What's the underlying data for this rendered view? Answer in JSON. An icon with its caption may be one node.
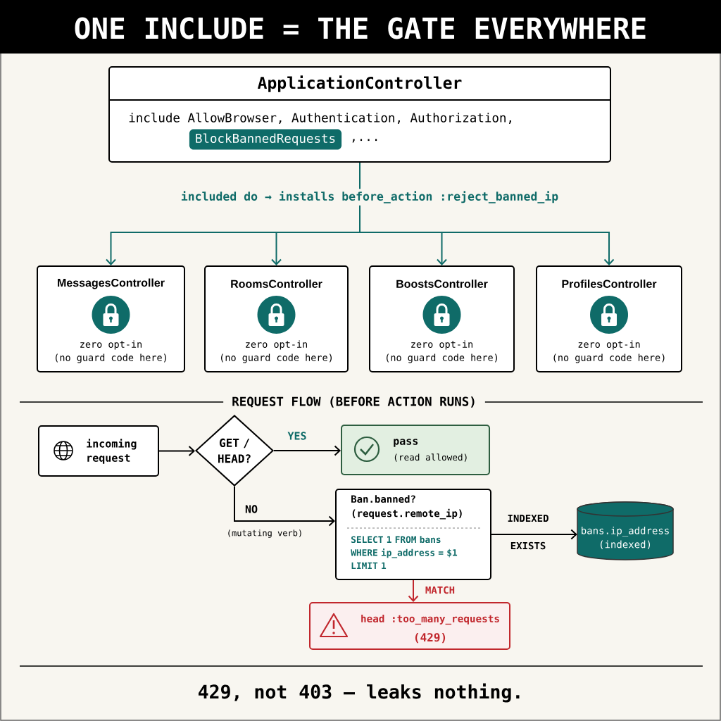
{
  "diagram": {
    "title": "ONE INCLUDE = THE GATE EVERYWHERE",
    "caption": "429, not 403 — leaks nothing.",
    "nodes": [
      {
        "text": [
          "ApplicationController",
          "include AllowBrowser, Authentication, Authorization,",
          ",..."
        ]
      },
      {
        "text": [
          "BlockBannedRequests"
        ],
        "in": 0
      },
      {
        "text": [
          "MessagesController",
          "zero opt-in",
          "(no guard code here)"
        ]
      },
      {
        "text": [
          "RoomsController",
          "zero opt-in",
          "(no guard code here)"
        ]
      },
      {
        "text": [
          "BoostsController",
          "zero opt-in",
          "(no guard code here)"
        ]
      },
      {
        "text": [
          "ProfilesController",
          "zero opt-in",
          "(no guard code here)"
        ]
      },
      {
        "text": [
          "incoming request"
        ]
      },
      {
        "text": [
          "GET / HEAD?"
        ]
      },
      {
        "text": [
          "pass",
          "(read allowed)"
        ]
      },
      {
        "text": [
          "Ban.banned? (request.remote_ip)",
          "SELECT 1 FROM bans WHERE ip_address = $1 LIMIT 1"
        ]
      },
      {
        "text": [
          "bans.ip_address (indexed)"
        ]
      },
      {
        "text": [
          "head :too_many_requests",
          "(429)"
        ]
      }
    ],
    "edges": [
      {
        "from": 0,
        "to": 2,
        "arrow": "to",
        "color": "#0f6b68",
        "label": "included do → installs before_action :reject_banned_ip"
      },
      {
        "from": 0,
        "to": 3,
        "arrow": "to",
        "color": "#0f6b68"
      },
      {
        "from": 0,
        "to": 4,
        "arrow": "to",
        "color": "#0f6b68"
      },
      {
        "from": 0,
        "to": 5,
        "arrow": "to",
        "color": "#0f6b68"
      },
      {
        "from": 6,
        "to": 7,
        "arrow": "to",
        "color": "#000000"
      },
      {
        "from": 7,
        "to": 8,
        "arrow": "to",
        "label": "YES",
        "color": "#000000"
      },
      {
        "from": 7,
        "to": 9,
        "arrow": "to",
        "label": "NO",
        "color": "#000000"
      },
      {
        "from": 9,
        "to": 10,
        "arrow": "to",
        "label": "INDEXED",
        "color": "#000000"
      },
      {
        "from": 9,
        "to": 11,
        "arrow": "to",
        "label": "MATCH",
        "color": "#c1272d"
      }
    ],
    "labels": [
      "REQUEST FLOW (BEFORE ACTION RUNS)",
      "(mutating verb)",
      "EXISTS"
    ]
  }
}
